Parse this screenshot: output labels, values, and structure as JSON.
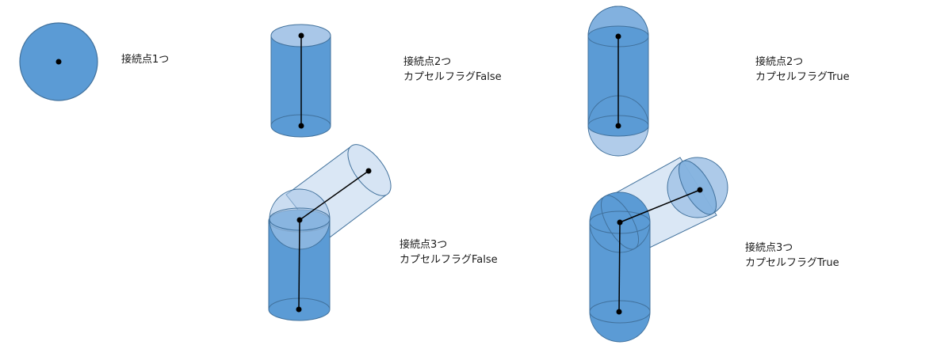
{
  "colors": {
    "solid_fill": "#5b9bd5",
    "solid_stroke": "#41719c",
    "translucent_fill": "#a9c7e8",
    "light_fill": "#d6e4f4",
    "axis_line": "#000000",
    "point": "#000000"
  },
  "labels": {
    "one_point": {
      "line1": "接続点1つ"
    },
    "two_points_false": {
      "line1": "接続点2つ",
      "line2": "カプセルフラグFalse"
    },
    "two_points_true": {
      "line1": "接続点2つ",
      "line2": "カプセルフラグTrue"
    },
    "three_points_false": {
      "line1": "接続点3つ",
      "line2": "カプセルフラグFalse"
    },
    "three_points_true": {
      "line1": "接続点3つ",
      "line2": "カプセルフラグTrue"
    }
  }
}
